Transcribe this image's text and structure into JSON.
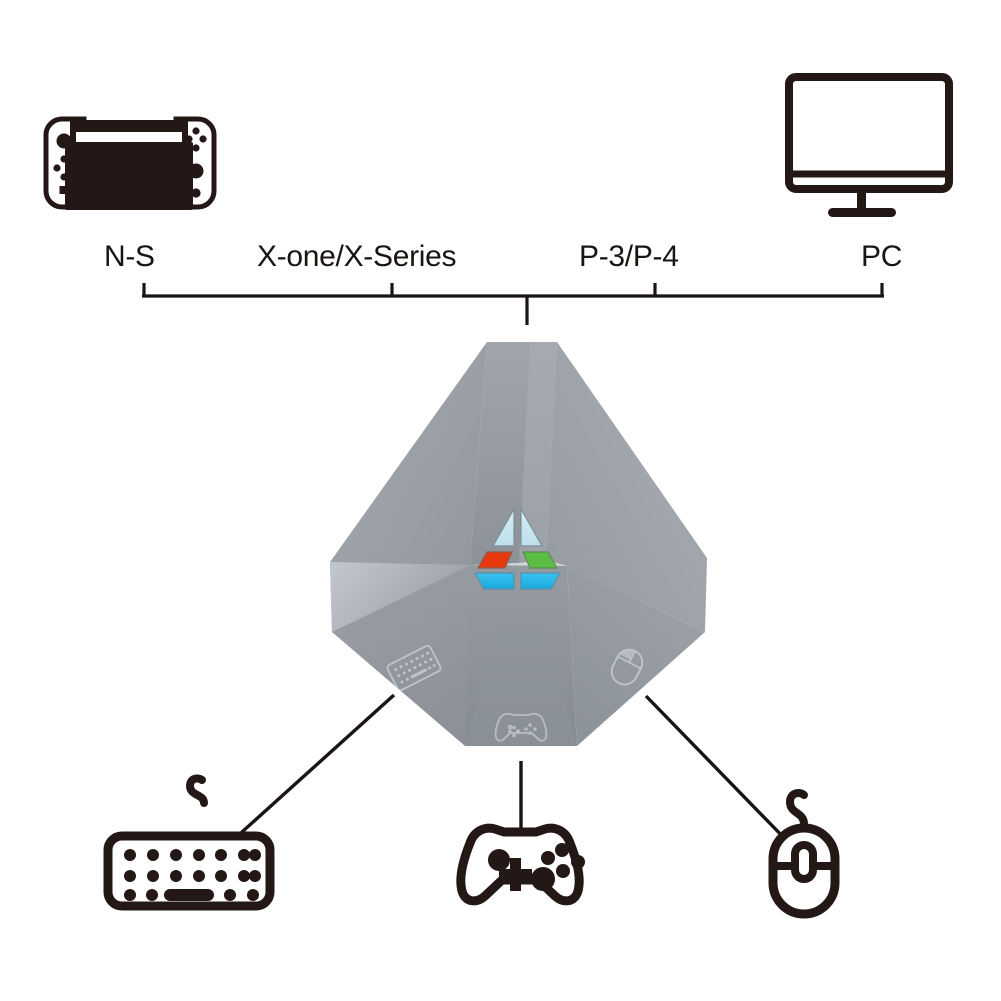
{
  "diagram": {
    "type": "product-connection-diagram",
    "title": "Console adapter connectivity diagram",
    "background_color": "#ffffff",
    "line_color": "#1a1412"
  },
  "supported_platforms": {
    "bracket_label": "supported-consoles-bracket",
    "items": [
      {
        "id": "n-s",
        "label": "N-S",
        "icon": "nintendo-switch-icon",
        "tick_x": 144
      },
      {
        "id": "x-one",
        "label": "X-one/X-Series",
        "icon": "xbox-label",
        "tick_x": 392
      },
      {
        "id": "p-3-p-4",
        "label": "P-3/P-4",
        "icon": "playstation-label",
        "tick_x": 655
      },
      {
        "id": "pc",
        "label": "PC",
        "icon": "monitor-icon",
        "tick_x": 882
      }
    ]
  },
  "device": {
    "name": "converter-adapter",
    "body_color": "#9aa0a6",
    "body_color_light": "#b5bbc1",
    "body_color_dark": "#8d939a",
    "logo": {
      "name": "triangle-arrow-logo",
      "segments": [
        {
          "id": "top-left",
          "color": "#c9e4ee"
        },
        {
          "id": "top-right",
          "color": "#c9e4ee"
        },
        {
          "id": "mid-left",
          "color": "#e8380d"
        },
        {
          "id": "mid-right",
          "color": "#5cbd45"
        },
        {
          "id": "bottom-left",
          "color": "#29b6e8"
        },
        {
          "id": "bottom-right",
          "color": "#29b6e8"
        }
      ]
    },
    "port_icons": [
      {
        "id": "keyboard-port",
        "icon": "keyboard-icon"
      },
      {
        "id": "gamepad-port",
        "icon": "gamepad-icon"
      },
      {
        "id": "mouse-port",
        "icon": "mouse-icon"
      }
    ]
  },
  "peripherals": [
    {
      "id": "keyboard",
      "icon": "keyboard-icon"
    },
    {
      "id": "gamepad",
      "icon": "gamepad-icon"
    },
    {
      "id": "mouse",
      "icon": "mouse-icon"
    }
  ]
}
